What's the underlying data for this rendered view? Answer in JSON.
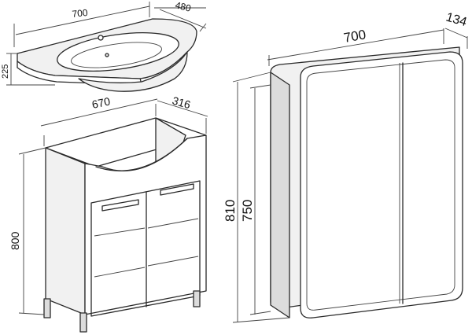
{
  "basin": {
    "width": "700",
    "depth": "480",
    "height": "225"
  },
  "vanity": {
    "width": "670",
    "depth": "316",
    "height": "800"
  },
  "mirror_cabinet": {
    "width": "700",
    "depth": "134",
    "height_outer": "810",
    "height_inner": "750"
  }
}
